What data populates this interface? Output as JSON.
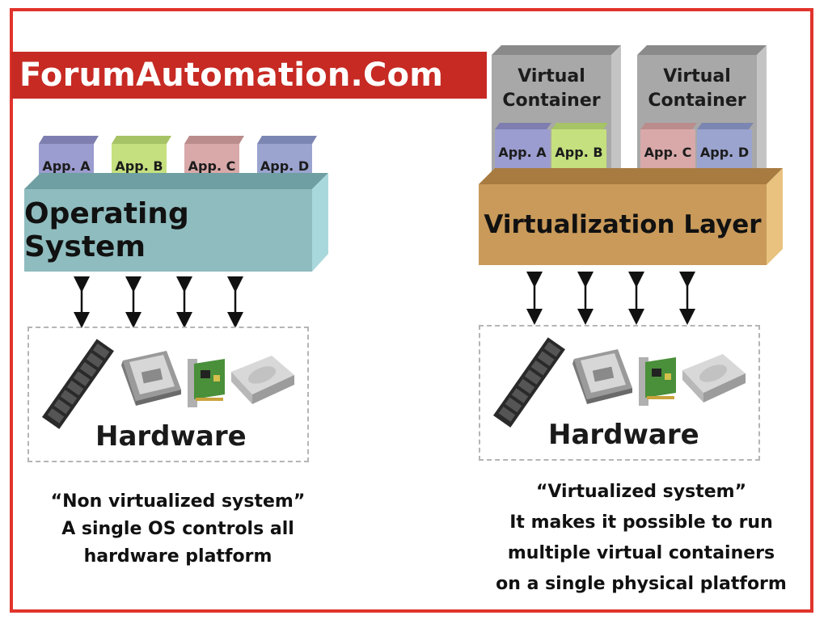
{
  "banner": {
    "text": "ForumAutomation.Com"
  },
  "left": {
    "apps": [
      "App. A",
      "App. B",
      "App. C",
      "App. D"
    ],
    "layer": "Operating System",
    "hardware": "Hardware",
    "caption": [
      "“Non virtualized system”",
      "A single OS controls all",
      "hardware platform"
    ]
  },
  "right": {
    "containers": [
      {
        "title_line1": "Virtual",
        "title_line2": "Container",
        "apps": [
          "App. A",
          "App. B"
        ]
      },
      {
        "title_line1": "Virtual",
        "title_line2": "Container",
        "apps": [
          "App. C",
          "App. D"
        ]
      }
    ],
    "layer": "Virtualization Layer",
    "hardware": "Hardware",
    "caption": [
      "“Virtualized system”",
      "It makes it possible to run",
      "multiple virtual containers",
      "on a single physical platform"
    ]
  },
  "colors": {
    "frame": "#e0342c",
    "banner": "#c62a23",
    "app_a": "#9b9ccf",
    "app_b": "#c4e07f",
    "app_c": "#d9a9a9",
    "app_d": "#9aa4cf",
    "os": "#8fbcbf",
    "virt": "#c99a5a",
    "container": "#a8a8a8"
  },
  "icons": [
    "ram-module-icon",
    "cpu-chip-icon",
    "network-card-icon",
    "hard-disk-icon"
  ]
}
